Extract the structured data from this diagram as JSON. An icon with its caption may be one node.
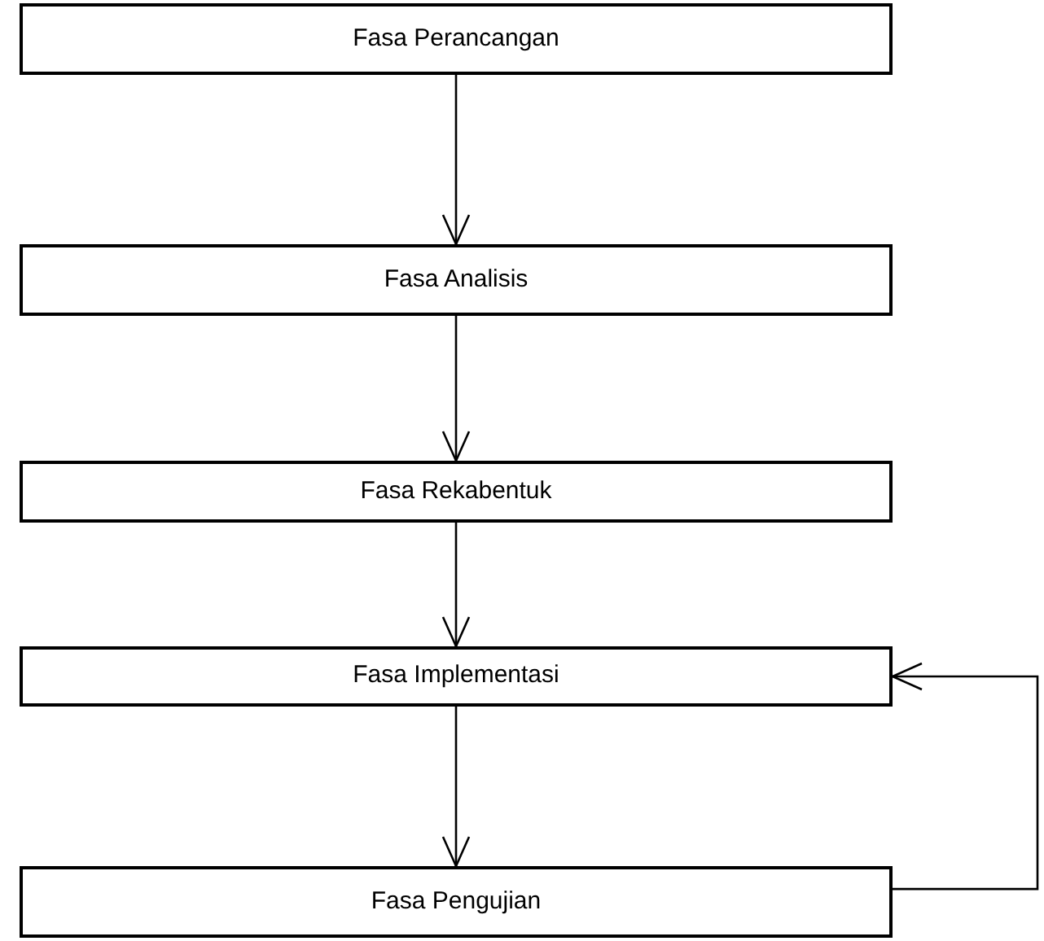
{
  "diagram": {
    "nodes": [
      {
        "text": [
          "Fasa Perancangan"
        ]
      },
      {
        "text": [
          "Fasa Analisis"
        ]
      },
      {
        "text": [
          "Fasa Rekabentuk"
        ]
      },
      {
        "text": [
          "Fasa Implementasi"
        ]
      },
      {
        "text": [
          "Fasa Pengujian"
        ]
      }
    ],
    "edges": [
      {
        "from": 0,
        "to": 1,
        "arrow": "to"
      },
      {
        "from": 1,
        "to": 2,
        "arrow": "to"
      },
      {
        "from": 2,
        "to": 3,
        "arrow": "to"
      },
      {
        "from": 3,
        "to": 4,
        "arrow": "to"
      },
      {
        "from": 4,
        "to": 3,
        "arrow": "to"
      }
    ]
  }
}
